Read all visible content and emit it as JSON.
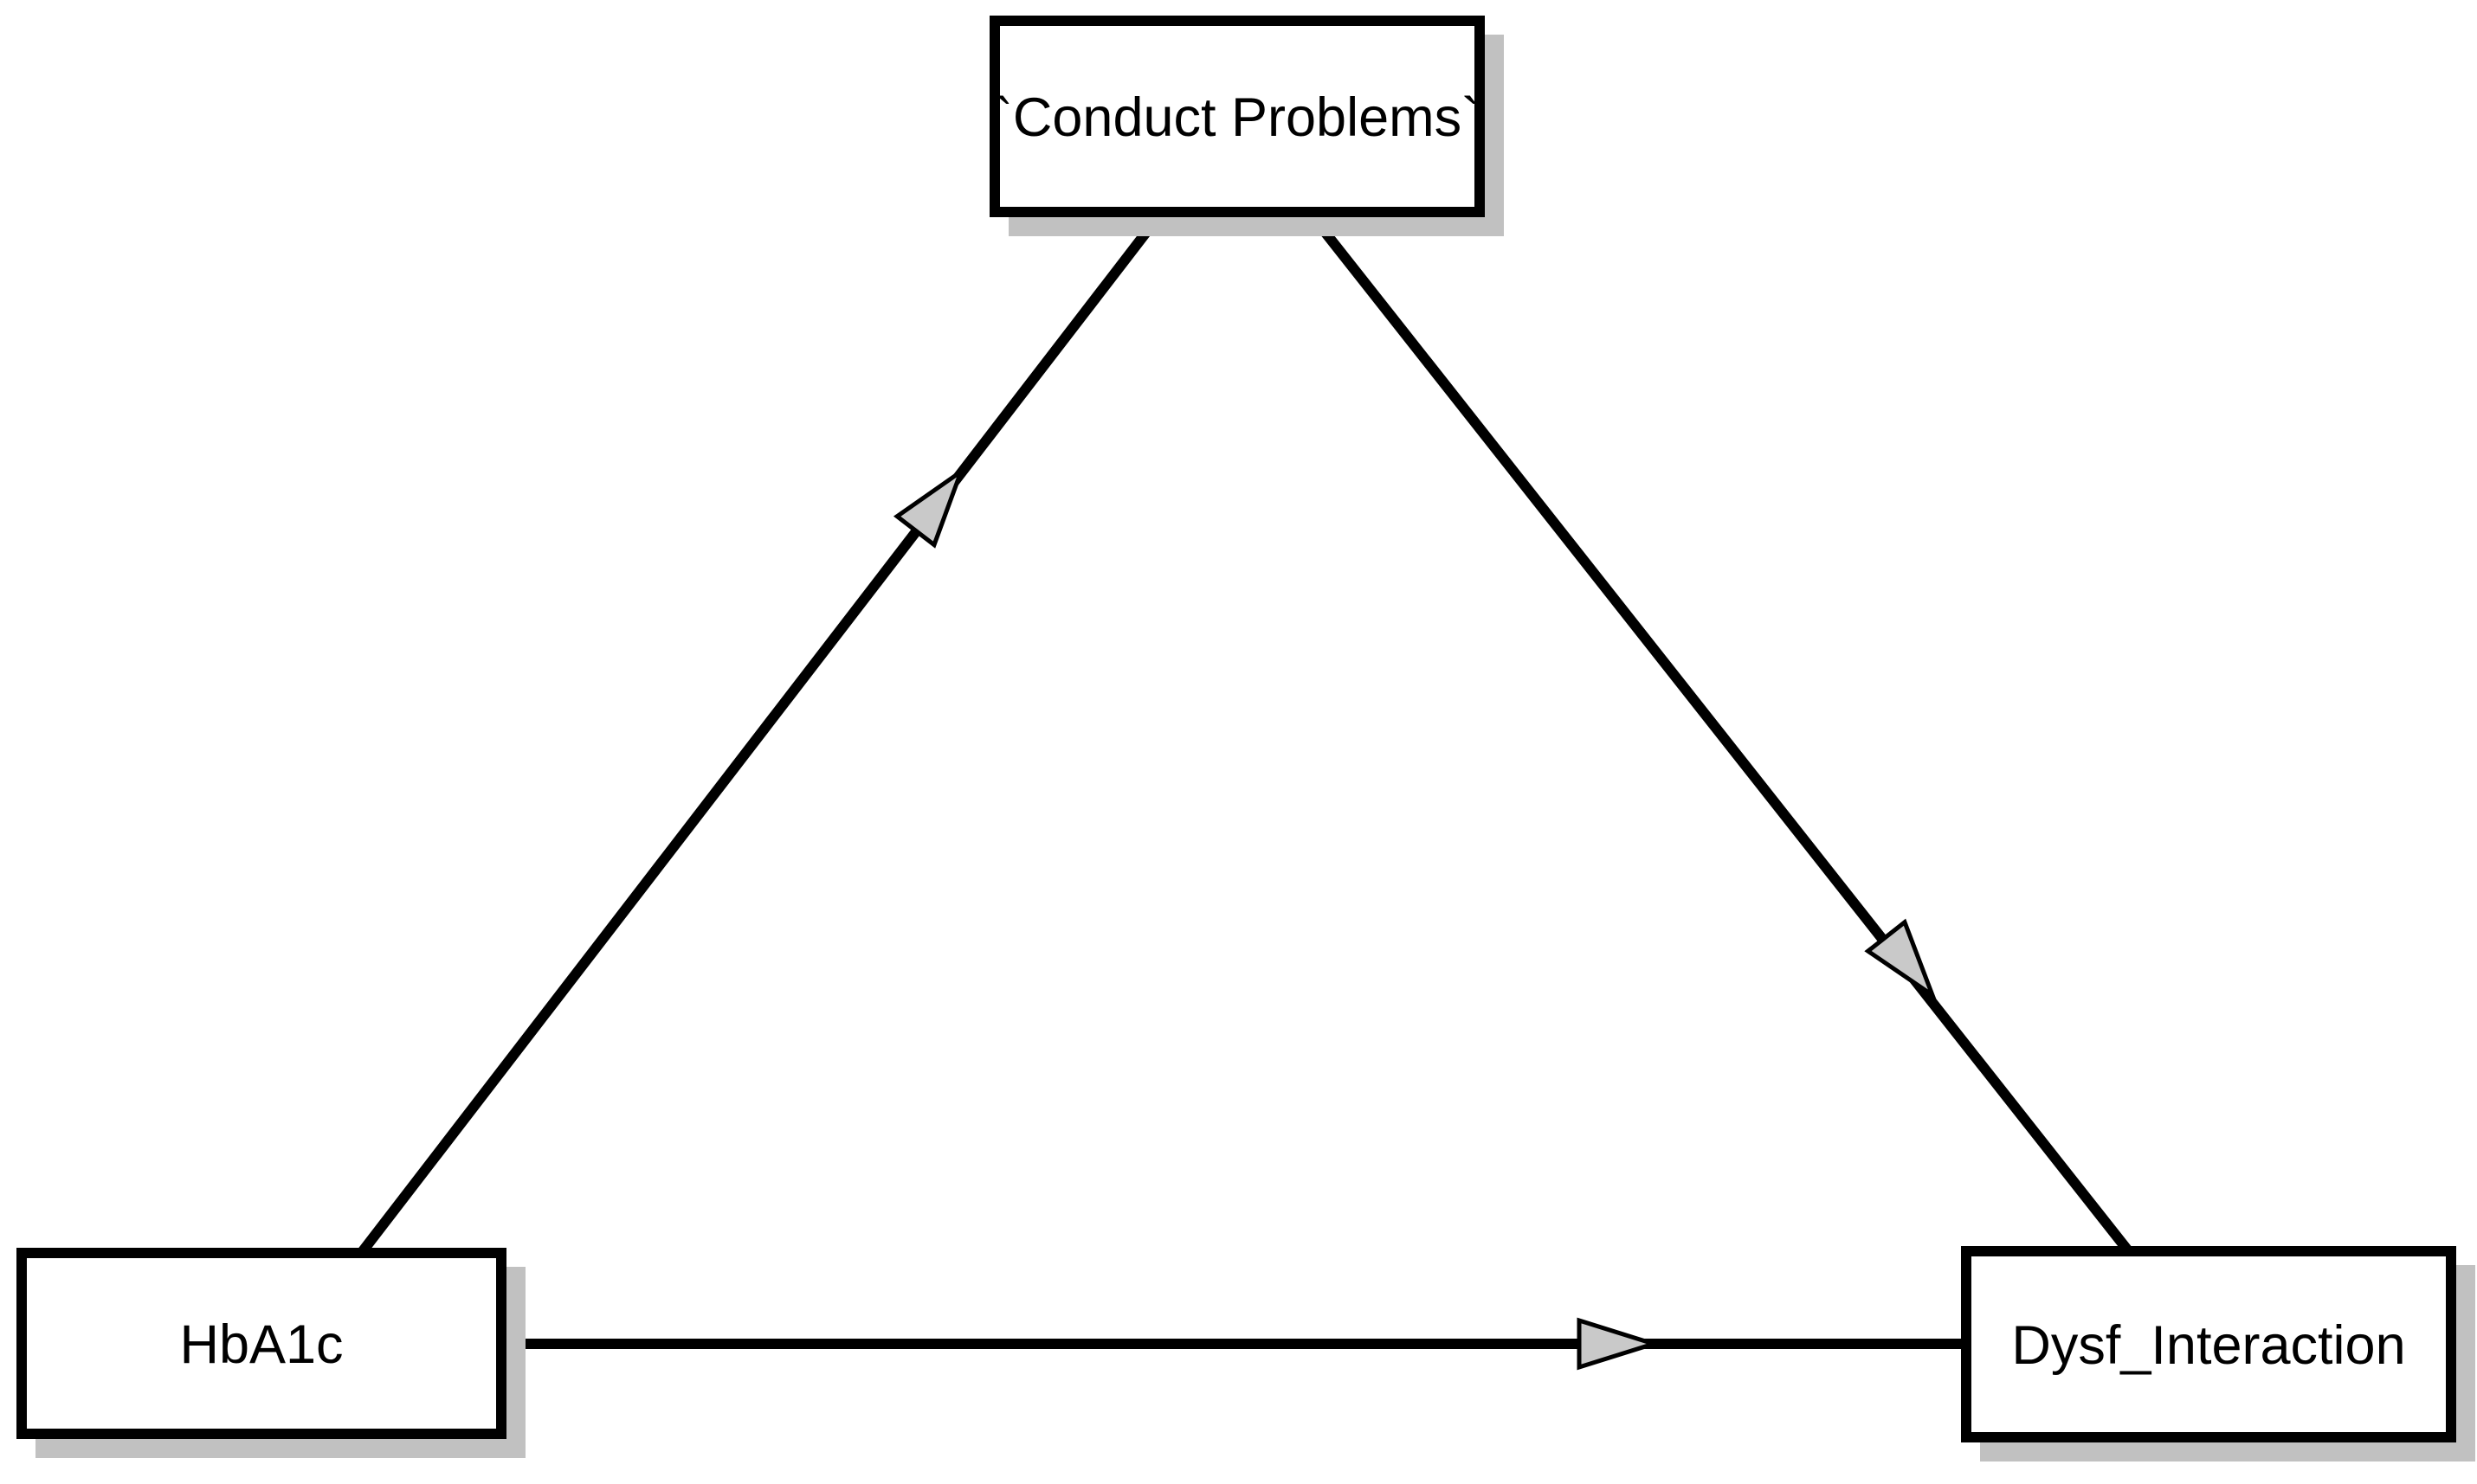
{
  "diagram": {
    "kind": "structural-path-diagram",
    "background_color": "#ffffff",
    "colors": {
      "line": "#000000",
      "box_border": "#000000",
      "box_fill": "#ffffff",
      "box_shadow": "#c1c1c1",
      "arrowhead_fill": "#c9c9c9",
      "arrowhead_outline": "#000000",
      "label_text": "#000000"
    },
    "nodes": [
      {
        "id": "conduct-problems",
        "label": "`Conduct Problems`"
      },
      {
        "id": "hba1c",
        "label": "HbA1c"
      },
      {
        "id": "dysf-interaction",
        "label": "Dysf_Interaction"
      }
    ],
    "edges": [
      {
        "from": "HbA1c",
        "to": "`Conduct Problems`",
        "style": "single-headed-arrow"
      },
      {
        "from": "`Conduct Problems`",
        "to": "Dysf_Interaction",
        "style": "single-headed-arrow"
      },
      {
        "from": "HbA1c",
        "to": "Dysf_Interaction",
        "style": "single-headed-arrow"
      }
    ]
  }
}
